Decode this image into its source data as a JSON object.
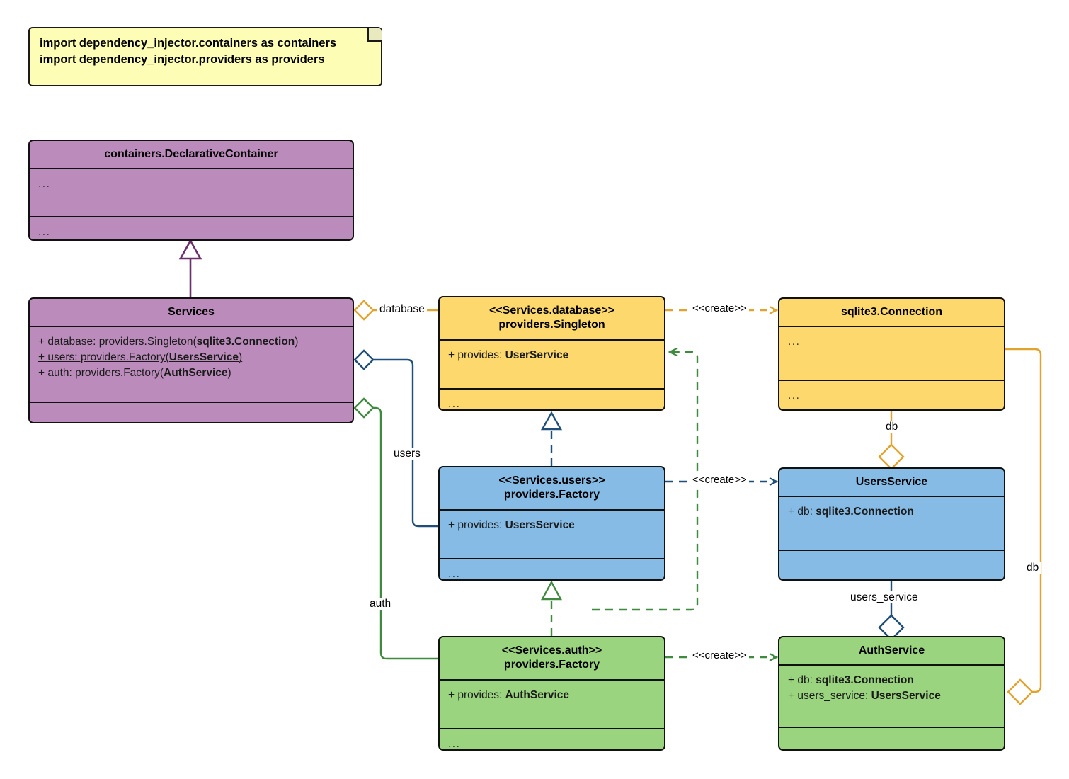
{
  "diagram": {
    "title": "Dependency Injector services UML class diagram",
    "colors": {
      "purple": "#bb8cbb",
      "yellow": "#fcd86d",
      "blue": "#85bbe4",
      "green": "#9ad47f",
      "note": "#fdfdb5",
      "edge_orange": "#e0a32e",
      "edge_blue": "#1f4e79",
      "edge_green": "#3f8a3f",
      "edge_purple": "#6b2f6b",
      "outline": "#111111"
    }
  },
  "note": {
    "lines": [
      "import dependency_injector.containers as containers",
      "import dependency_injector.providers as providers"
    ]
  },
  "classes": {
    "declarative_container": {
      "title": "containers.DeclarativeContainer",
      "compartments": [
        "...",
        "..."
      ]
    },
    "services": {
      "title": "Services",
      "attributes": [
        {
          "prefix": "+ database: providers.Singleton(",
          "type": "sqlite3.Connection",
          "suffix": ")"
        },
        {
          "prefix": "+ users: providers.Factory(",
          "type": "UsersService",
          "suffix": ")"
        },
        {
          "prefix": "+ auth: providers.Factory(",
          "type": "AuthService",
          "suffix": ")"
        }
      ],
      "compartments": [
        ""
      ]
    },
    "services_database": {
      "stereotype": "<<Services.database>>",
      "title": "providers.Singleton",
      "attribute_prefix": "+ provides: ",
      "attribute_type": "UserService",
      "compartments": [
        "..."
      ]
    },
    "sqlite3_connection": {
      "title": "sqlite3.Connection",
      "compartments": [
        "...",
        "..."
      ]
    },
    "services_users": {
      "stereotype": "<<Services.users>>",
      "title": "providers.Factory",
      "attribute_prefix": "+ provides: ",
      "attribute_type": "UsersService",
      "compartments": [
        "..."
      ]
    },
    "users_service": {
      "title": "UsersService",
      "attribute_prefix": "+ db: ",
      "attribute_type": "sqlite3.Connection",
      "compartments": [
        ""
      ]
    },
    "services_auth": {
      "stereotype": "<<Services.auth>>",
      "title": "providers.Factory",
      "attribute_prefix": "+ provides: ",
      "attribute_type": "AuthService",
      "compartments": [
        "..."
      ]
    },
    "auth_service": {
      "title": "AuthService",
      "attributes": [
        {
          "prefix": "+ db: ",
          "type": "sqlite3.Connection"
        },
        {
          "prefix": "+ users_service: ",
          "type": "UsersService"
        }
      ],
      "compartments": [
        ""
      ]
    }
  },
  "edges": {
    "database_label": "database",
    "users_label": "users",
    "auth_label": "auth",
    "create_database": "<<create>>",
    "create_users": "<<create>>",
    "create_auth": "<<create>>",
    "db_label_users": "db",
    "db_label_auth": "db",
    "users_service_label": "users_service"
  }
}
